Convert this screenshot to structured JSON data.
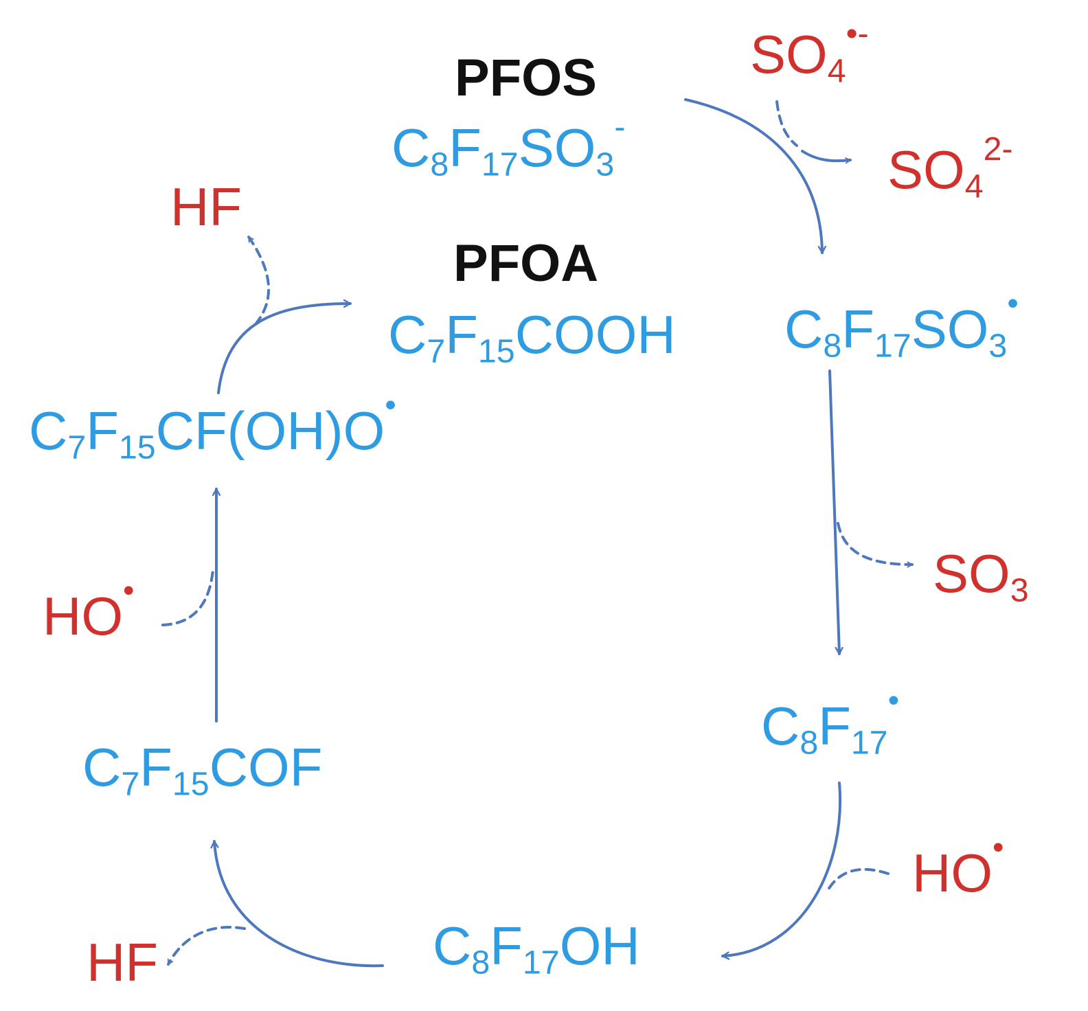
{
  "colors": {
    "species": "#2f9be0",
    "reagent": "#d0312d",
    "name": "#111111",
    "arrow": "#4d78bd"
  },
  "labels": {
    "pfos_name": "PFOS",
    "pfoa_name": "PFOA",
    "pfos": {
      "base": "C",
      "n1": "8",
      "el2": "F",
      "n2": "17",
      "el3": "SO",
      "n3": "3",
      "charge": "-"
    },
    "pfos_radical": {
      "base": "C",
      "n1": "8",
      "el2": "F",
      "n2": "17",
      "el3": "SO",
      "n3": "3",
      "radical": "•"
    },
    "perfluoroalkyl_radical": {
      "base": "C",
      "n1": "8",
      "el2": "F",
      "n2": "17",
      "radical": "•"
    },
    "alcohol": {
      "base": "C",
      "n1": "8",
      "el2": "F",
      "n2": "17",
      "el3": "OH"
    },
    "acyl_fluoride": {
      "base": "C",
      "n1": "7",
      "el2": "F",
      "n2": "15",
      "el3": "COF"
    },
    "alkoxy_radical": {
      "base": "C",
      "n1": "7",
      "el2": "F",
      "n2": "15",
      "el3": "CF(OH)O",
      "radical": "•"
    },
    "pfoa": {
      "base": "C",
      "n1": "7",
      "el2": "F",
      "n2": "15",
      "el3": "COOH"
    },
    "sulfate_radical": {
      "base": "SO",
      "n1": "4",
      "charge": "•-"
    },
    "sulfate": {
      "base": "SO",
      "n1": "4",
      "charge": "2-"
    },
    "so3": {
      "base": "SO",
      "n1": "3"
    },
    "hydroxyl_right": {
      "base": "HO",
      "radical": "•"
    },
    "hydroxyl_left": {
      "base": "HO",
      "radical": "•"
    },
    "hf_bottom": "HF",
    "hf_top": "HF"
  }
}
